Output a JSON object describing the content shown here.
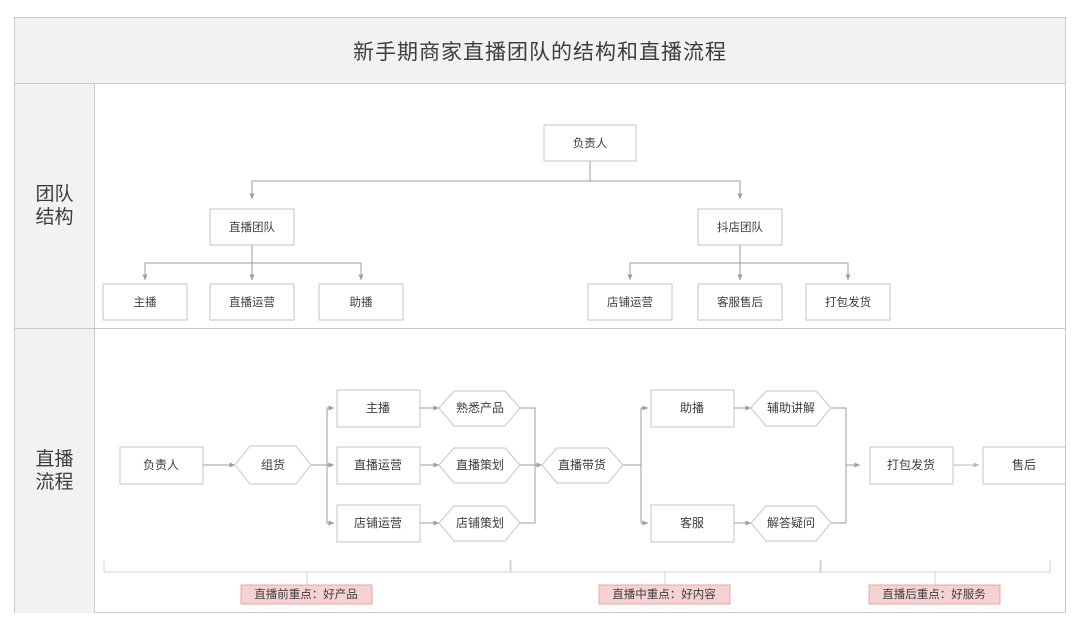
{
  "header": {
    "title": "新手期商家直播团队的结构和直播流程"
  },
  "sections": [
    {
      "id": "team",
      "label": "团队\n结构",
      "label_line1": "团队",
      "label_line2": "结构"
    },
    {
      "id": "flow",
      "label": "直播\n流程",
      "label_line1": "直播",
      "label_line2": "流程"
    }
  ],
  "team_structure": {
    "root": "负责人",
    "branches": [
      {
        "name": "直播团队",
        "children": [
          "主播",
          "直播运营",
          "助播"
        ]
      },
      {
        "name": "抖店团队",
        "children": [
          "店铺运营",
          "客服售后",
          "打包发货"
        ]
      }
    ]
  },
  "live_flow": {
    "start": "负责人",
    "stage1": "组货",
    "roles": [
      "主播",
      "直播运营",
      "店铺运营"
    ],
    "role_tasks": [
      "熟悉产品",
      "直播策划",
      "店铺策划"
    ],
    "stage2": "直播带货",
    "live_roles": [
      "助播",
      "客服"
    ],
    "live_tasks": [
      "辅助讲解",
      "解答疑问"
    ],
    "stage3": "打包发货",
    "stage4": "售后",
    "phase_tags": [
      "直播前重点：好产品",
      "直播中重点：好内容",
      "直播后重点：好服务"
    ]
  },
  "colors": {
    "panel_bg": "#f2f2f2",
    "border": "#c9c9c9",
    "node_border": "#c6c6c6",
    "connector": "#9e9e9e",
    "tag_fill": "#f6d2d2",
    "tag_border": "#e8a7a7",
    "text": "#3d3d3d"
  }
}
